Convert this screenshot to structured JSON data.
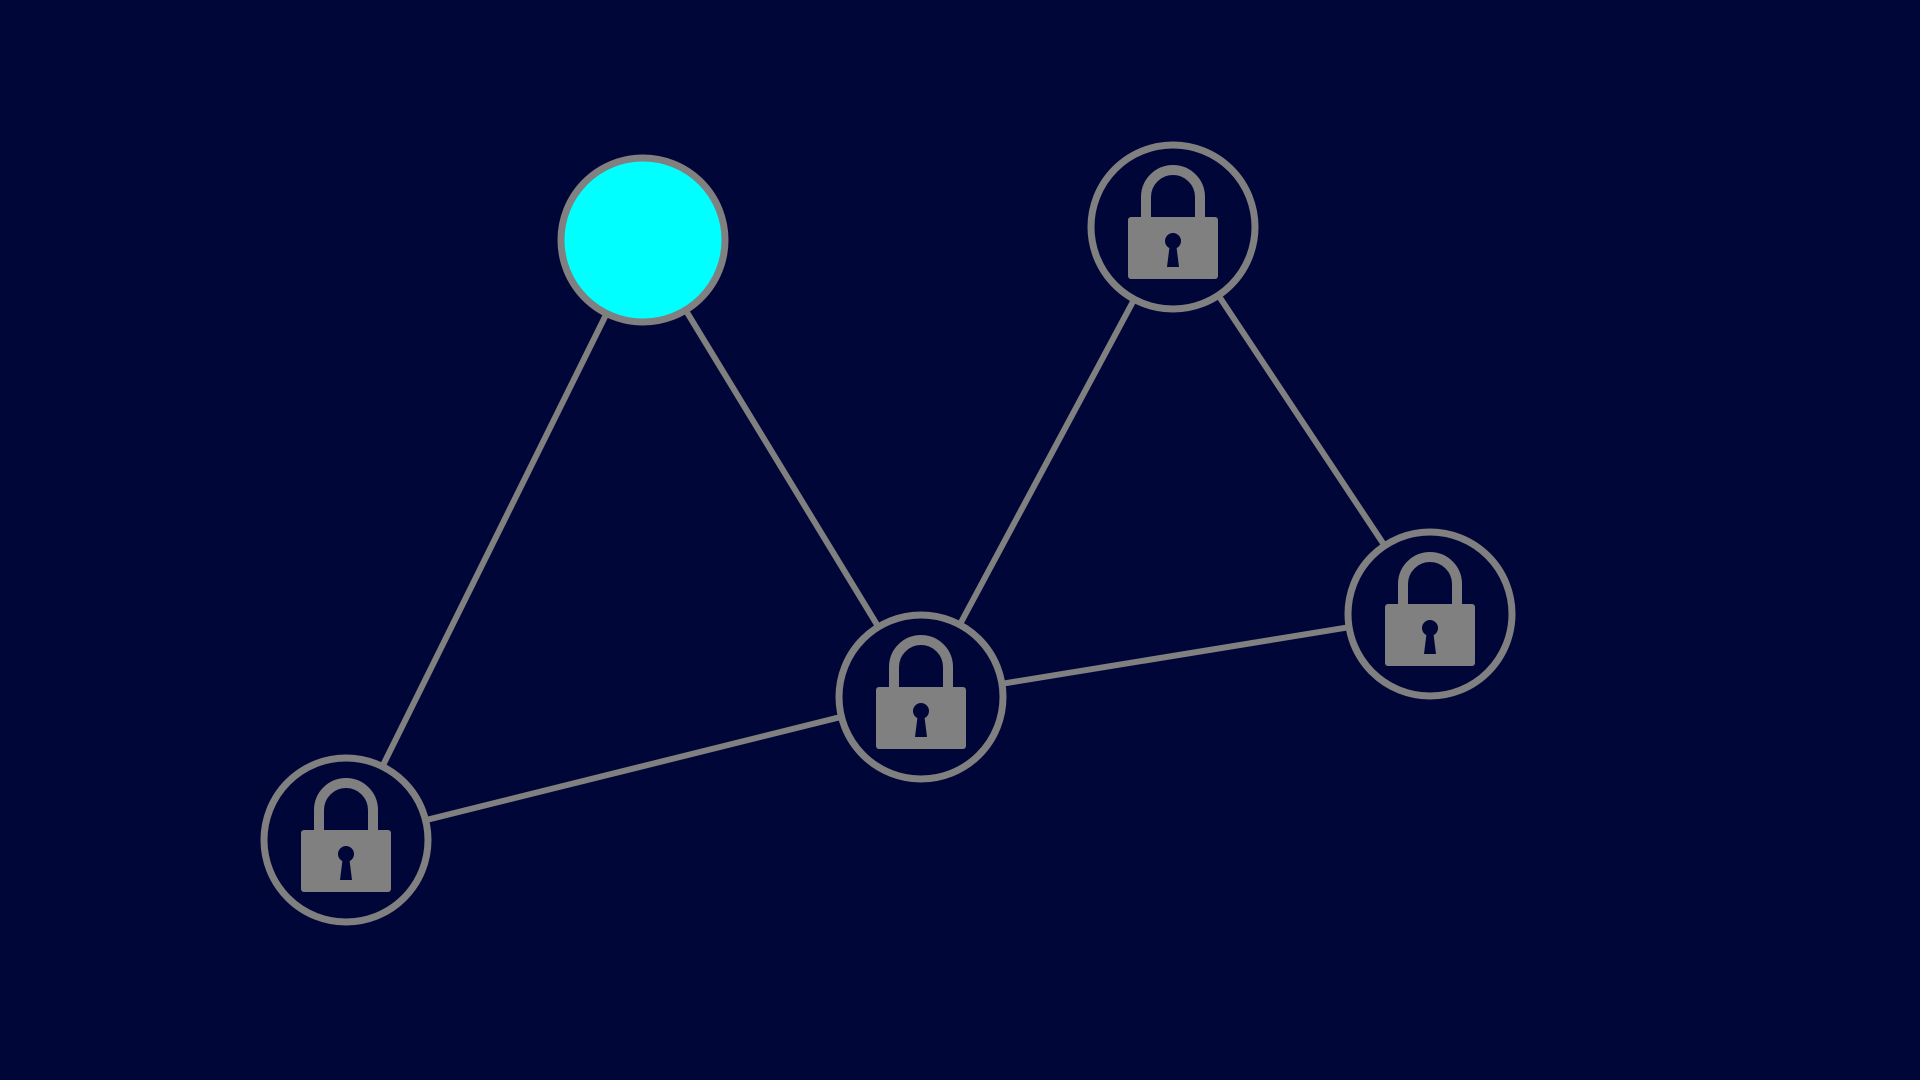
{
  "game": {
    "background_color": "#000638",
    "line_color": "#808080",
    "active_color": "#00ffff",
    "nodes": [
      {
        "id": "node-1",
        "state": "active",
        "icon": "none"
      },
      {
        "id": "node-2",
        "state": "locked",
        "icon": "padlock-icon"
      },
      {
        "id": "node-3",
        "state": "locked",
        "icon": "padlock-icon"
      },
      {
        "id": "node-4",
        "state": "locked",
        "icon": "padlock-icon"
      },
      {
        "id": "node-5",
        "state": "locked",
        "icon": "padlock-icon"
      }
    ],
    "edges": [
      {
        "from": "node-1",
        "to": "node-4"
      },
      {
        "from": "node-1",
        "to": "node-3"
      },
      {
        "from": "node-2",
        "to": "node-3"
      },
      {
        "from": "node-2",
        "to": "node-5"
      },
      {
        "from": "node-3",
        "to": "node-4"
      },
      {
        "from": "node-3",
        "to": "node-5"
      }
    ]
  }
}
